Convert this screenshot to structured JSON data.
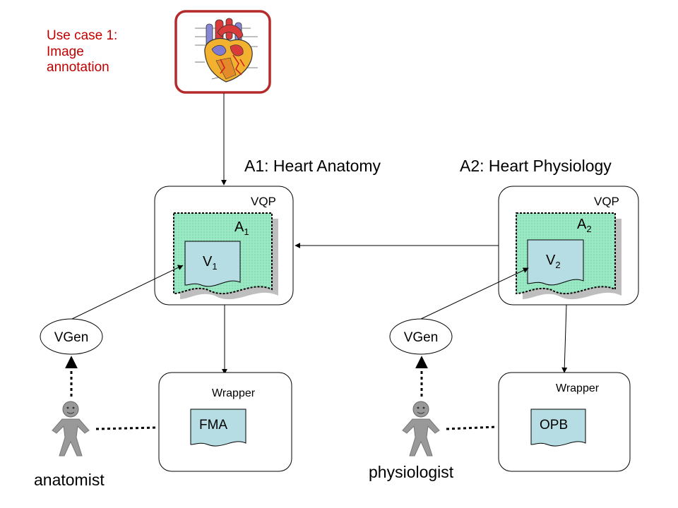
{
  "use_case": {
    "line1": "Use case 1:",
    "line2": "Image",
    "line3": "annotation",
    "color": "#c00000"
  },
  "labels": {
    "a1_title": "A1: Heart Anatomy",
    "a2_title": "A2: Heart Physiology"
  },
  "left_vqp": {
    "label": "VQP",
    "annotation_main": "A",
    "annotation_sub": "1",
    "view_main": "V",
    "view_sub": "1"
  },
  "right_vqp": {
    "label": "VQP",
    "annotation_main": "A",
    "annotation_sub": "2",
    "view_main": "V",
    "view_sub": "2"
  },
  "left_wrapper": {
    "label": "Wrapper",
    "source": "FMA"
  },
  "right_wrapper": {
    "label": "Wrapper",
    "source": "OPB"
  },
  "left_vgen": "VGen",
  "right_vgen": "VGen",
  "left_user": "anatomist",
  "right_user": "physiologist",
  "colors": {
    "annotation_fill": "#9be8c4",
    "document_fill": "#b6dde3",
    "person_fill": "#999999",
    "image_frame": "#b52a2a"
  },
  "icons": [
    "heart-image-icon",
    "person-icon"
  ]
}
